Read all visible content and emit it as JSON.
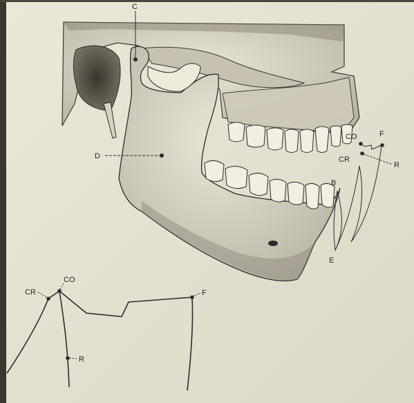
{
  "labels": {
    "C": "C",
    "D": "D",
    "B": "B",
    "E": "E",
    "CO_top": "CO",
    "CR_top": "CR",
    "F_top": "F",
    "R_top": "R",
    "CR_bottom": "CR",
    "CO_bottom": "CO",
    "F_bottom": "F",
    "R_bottom": "R"
  },
  "colors": {
    "paper": "#e7e3d2",
    "ink": "#2b2b2b",
    "bone": "#d9d5c2",
    "shadow": "#8c877a",
    "frame": "#3a3630"
  }
}
